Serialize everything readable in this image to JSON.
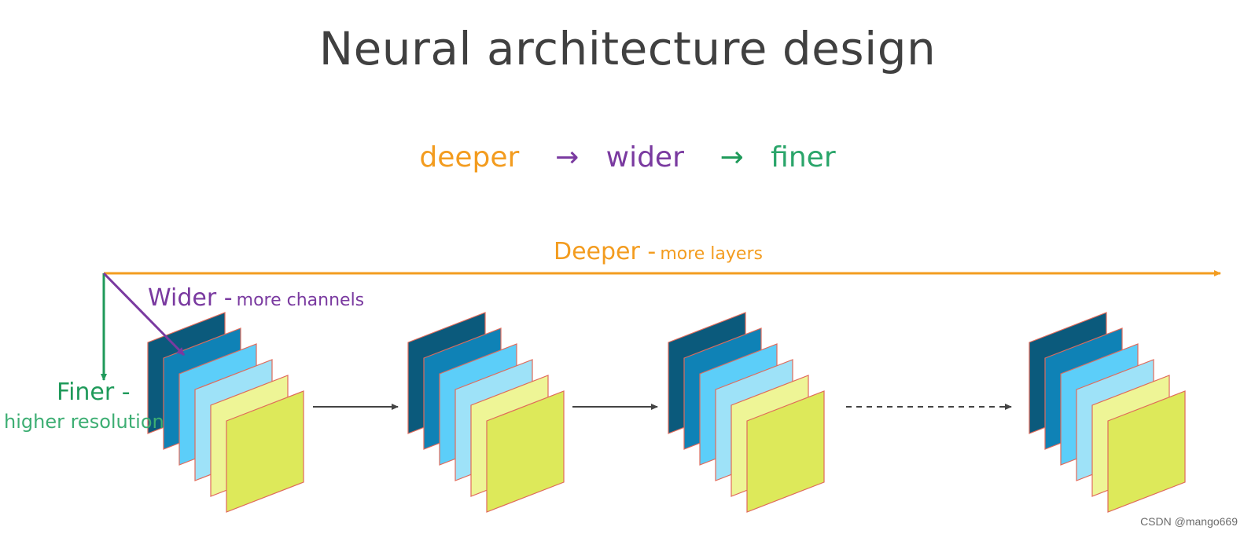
{
  "title": "Neural architecture design",
  "progression": {
    "step1": "deeper",
    "arrow1": "→",
    "step2": "wider",
    "arrow2": "→",
    "step3": "finer",
    "colors": {
      "deeper": "#f39c1f",
      "wider": "#7a3aa0",
      "finer": "#2aa56a"
    }
  },
  "axes": {
    "deeper": {
      "main": "Deeper -",
      "sub": "more layers",
      "color": "#f39c1f"
    },
    "wider": {
      "main": "Wider -",
      "sub": "more channels",
      "color": "#7a3aa0"
    },
    "finer": {
      "main": "Finer -",
      "sub": "higher resolution",
      "color": "#1f9a5a"
    }
  },
  "layer_stacks": [
    {
      "name": "layer-stack-1"
    },
    {
      "name": "layer-stack-2"
    },
    {
      "name": "layer-stack-3"
    },
    {
      "name": "layer-stack-4"
    }
  ],
  "connectors": [
    {
      "style": "solid"
    },
    {
      "style": "solid"
    },
    {
      "style": "dashed"
    }
  ],
  "sheet_colors": [
    "#0b5a7c",
    "#0f82b6",
    "#5ccef9",
    "#9ee2f8",
    "#eef596",
    "#dde95a"
  ],
  "sheet_border": "#e06a5a",
  "credit": "CSDN @mango669"
}
